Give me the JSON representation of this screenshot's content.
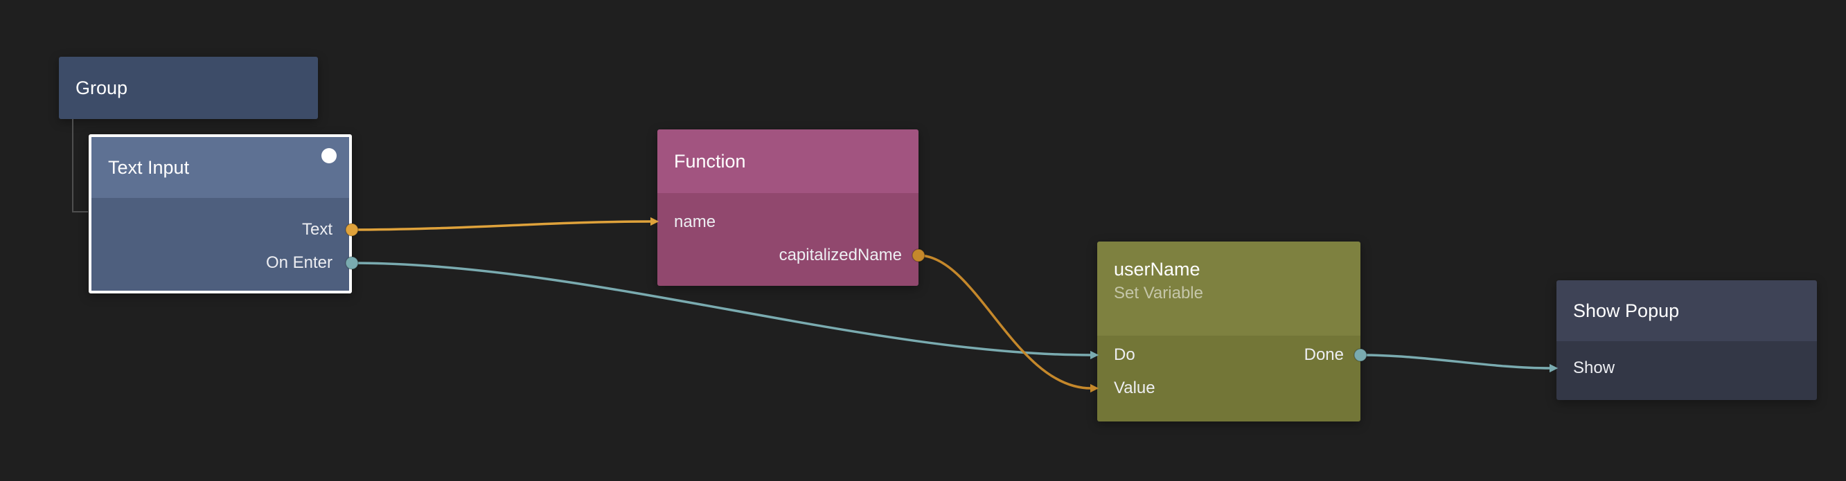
{
  "canvas": {
    "background": "#1f1f1f"
  },
  "colors": {
    "edge_orange": "#dfa23b",
    "edge_orange_dark": "#c5882b",
    "edge_teal": "#7aabb0",
    "group_bg": "#3d4c68",
    "text_input_header": "#5e7193",
    "text_input_body": "#4e5f7e",
    "function_header": "#a25480",
    "function_body": "#91486e",
    "set_variable_header": "#7e8140",
    "set_variable_body": "#737637",
    "show_popup_header": "#3e4356",
    "show_popup_body": "#333746",
    "selection": "#ffffff",
    "tree_line": "#4f4f4f"
  },
  "nodes": {
    "group": {
      "title": "Group"
    },
    "text_input": {
      "title": "Text Input",
      "selected": true,
      "ports": {
        "text": "Text",
        "on_enter": "On Enter"
      }
    },
    "function": {
      "title": "Function",
      "ports": {
        "name": "name",
        "capitalized_name": "capitalizedName"
      }
    },
    "set_variable": {
      "title": "userName",
      "subtitle": "Set Variable",
      "ports": {
        "do": "Do",
        "done": "Done",
        "value": "Value"
      }
    },
    "show_popup": {
      "title": "Show Popup",
      "ports": {
        "show": "Show"
      }
    }
  },
  "edges": [
    {
      "from": "Text Input.Text",
      "to": "Function.name",
      "color": "orange"
    },
    {
      "from": "Text Input.On Enter",
      "to": "userName.Do",
      "color": "teal"
    },
    {
      "from": "Function.capitalizedName",
      "to": "userName.Value",
      "color": "orange"
    },
    {
      "from": "userName.Done",
      "to": "Show Popup.Show",
      "color": "teal"
    }
  ]
}
